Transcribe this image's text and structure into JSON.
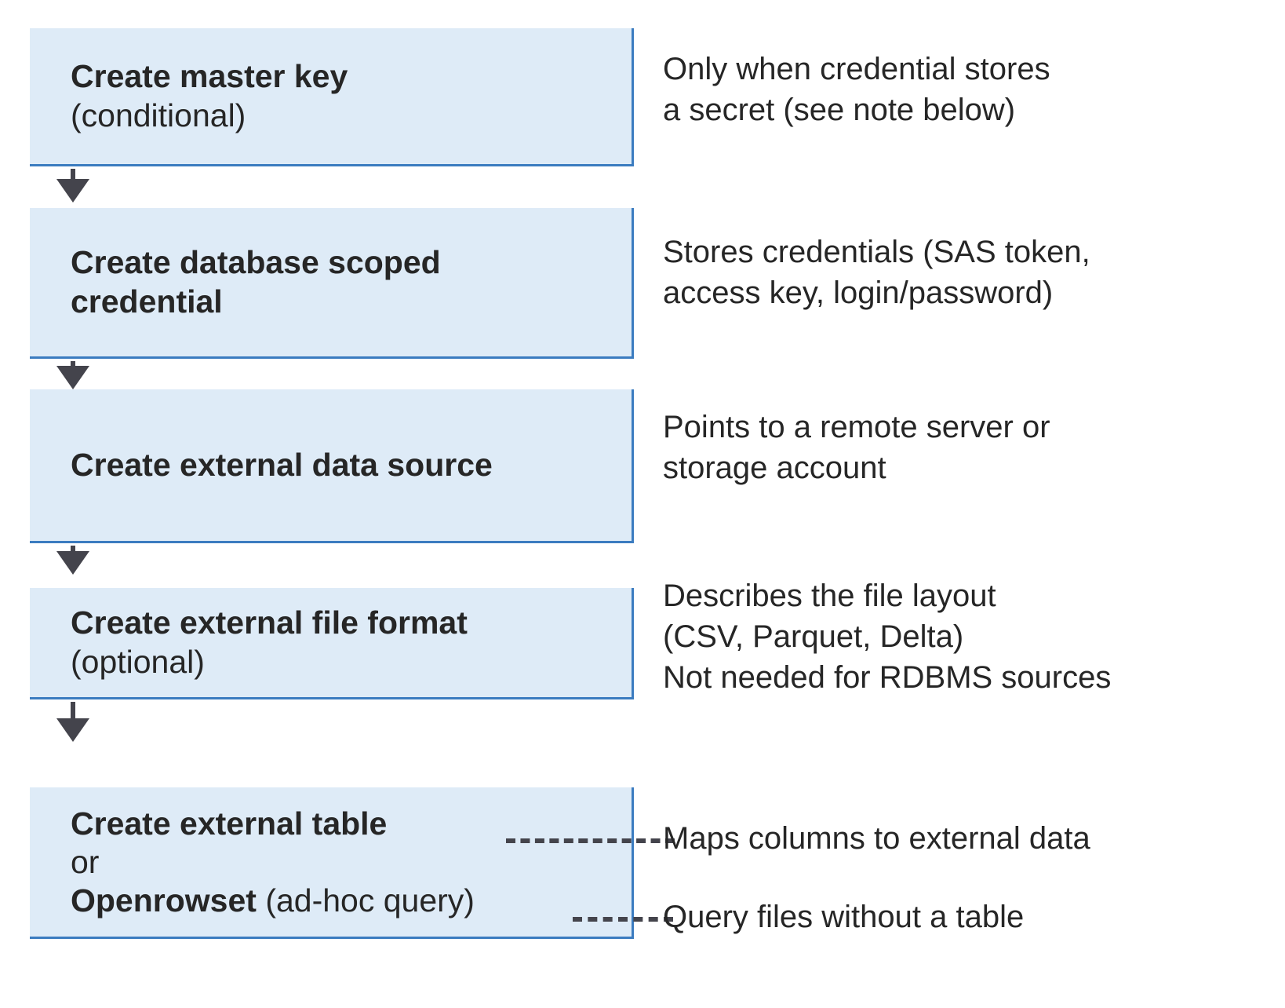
{
  "diagram": {
    "title": "External data access setup sequence",
    "accent_box_fill": "#DEEBF7",
    "accent_box_border": "#3B7CC0",
    "arrow_color": "#44444C",
    "text_color": "#262626"
  },
  "steps": [
    {
      "id": "create-master-key",
      "lines": [
        {
          "text": "Create master key",
          "weight": "bold"
        },
        {
          "text": "(conditional)",
          "weight": "normal"
        }
      ],
      "note": [
        "Only when credential stores",
        "a secret (see note below)"
      ],
      "connector": "arrow"
    },
    {
      "id": "create-database-scoped-credential",
      "lines": [
        {
          "text": "Create database scoped",
          "weight": "bold"
        },
        {
          "text": "credential",
          "weight": "bold"
        }
      ],
      "note": [
        "Stores credentials (SAS token,",
        "access key, login/password)"
      ],
      "connector": "arrow"
    },
    {
      "id": "create-external-data-source",
      "lines": [
        {
          "text": "Create external data source",
          "weight": "bold"
        }
      ],
      "note": [
        "Points to a remote server or",
        "storage account"
      ],
      "connector": "arrow"
    },
    {
      "id": "create-external-file-format",
      "lines": [
        {
          "text": "Create external file format",
          "weight": "bold"
        },
        {
          "text": "(optional)",
          "weight": "normal"
        }
      ],
      "note": [
        "Describes the file layout",
        "(CSV, Parquet, Delta)",
        "Not needed for RDBMS sources"
      ],
      "connector": "arrow"
    },
    {
      "id": "create-external-table-or-openrowset",
      "lines": [
        {
          "text": "Create external table",
          "weight": "bold"
        },
        {
          "text": "or",
          "weight": "normal"
        },
        {
          "text": "Openrowset (ad-hoc query)",
          "weight": "mixed"
        }
      ],
      "note_table": "Maps columns to external data",
      "note_openrowset": "Query files without a table",
      "connector": "none"
    }
  ],
  "final_step_parts": {
    "openrowset_bold": "Openrowset",
    "openrowset_rest": " (ad-hoc query)"
  }
}
